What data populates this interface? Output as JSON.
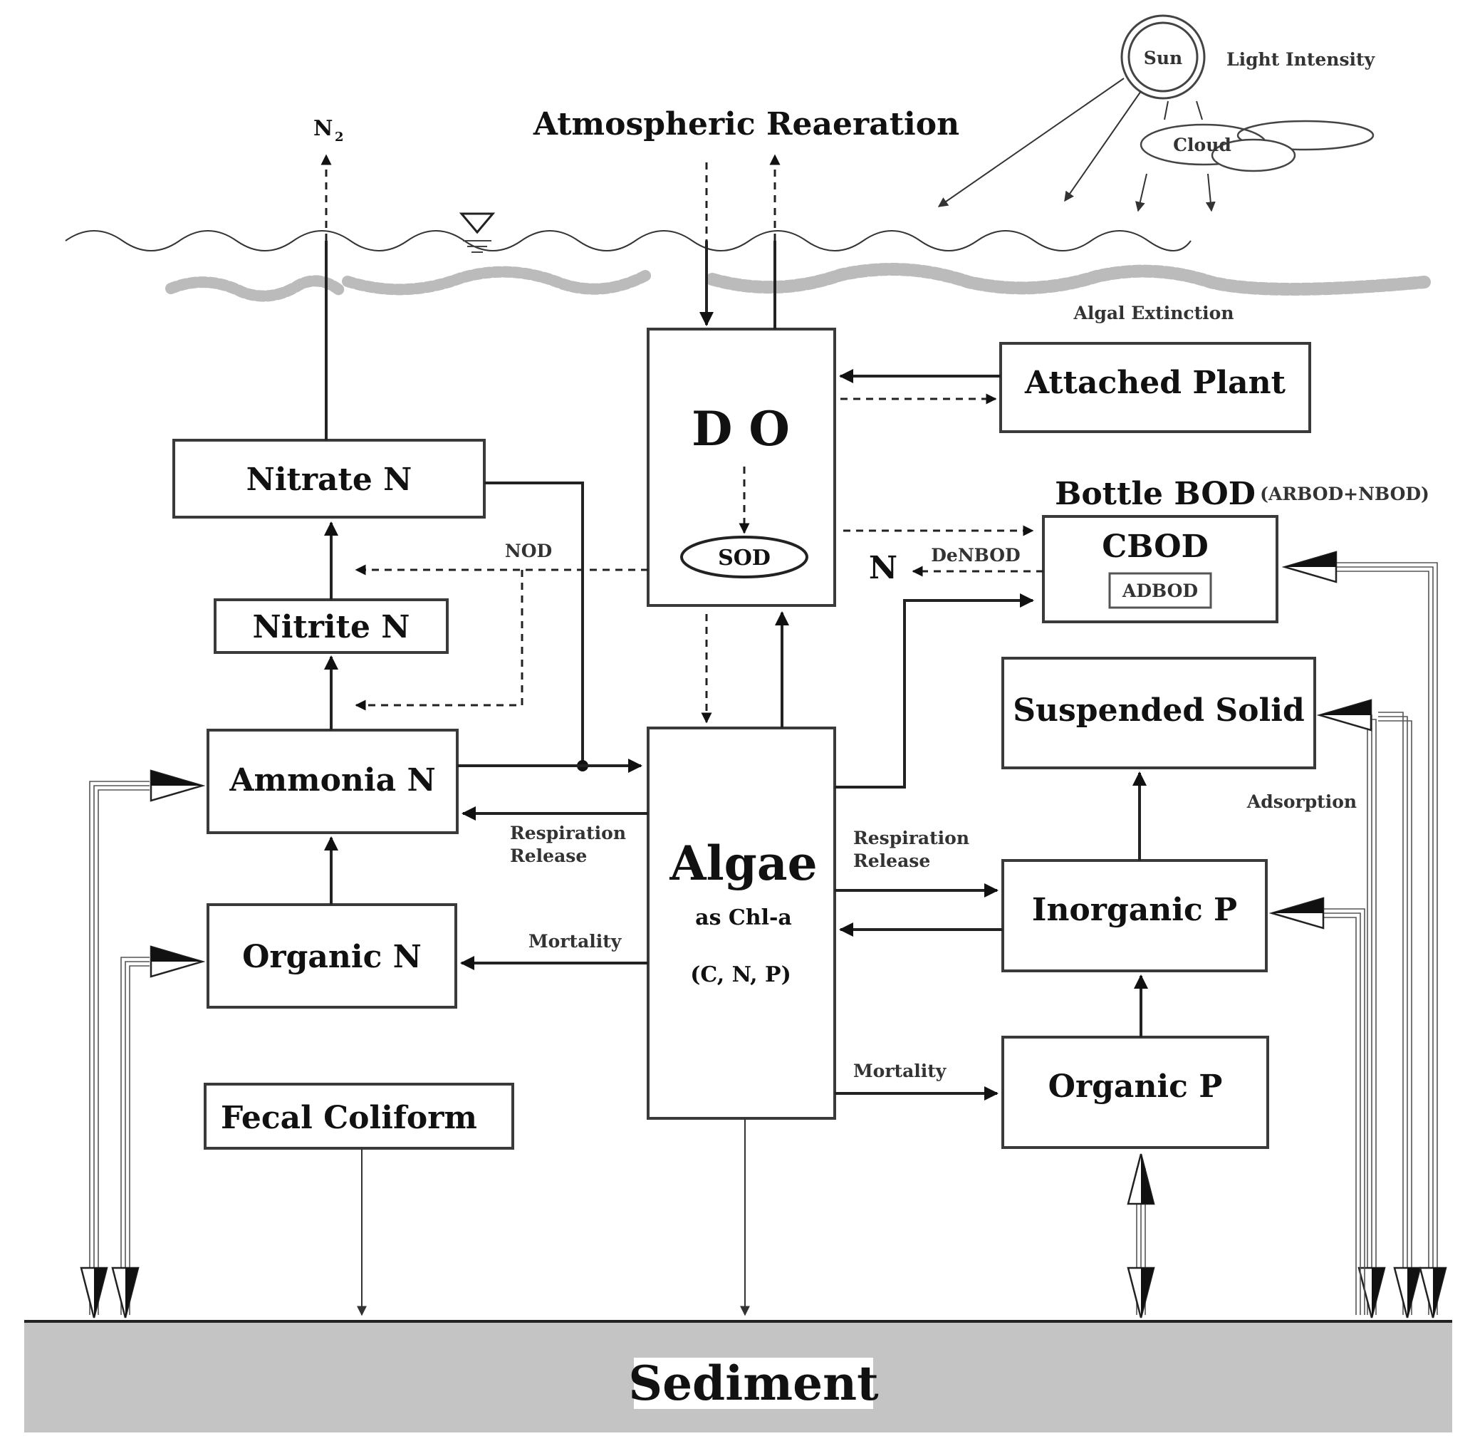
{
  "sky": {
    "sun_label": "Sun",
    "light_intensity_label": "Light Intensity",
    "cloud_label": "Cloud",
    "n2_label": "N",
    "n2_subscript": "2",
    "atmospheric_reaeration_label": "Atmospheric Reaeration",
    "algal_extinction_label": "Algal Extinction"
  },
  "boxes": {
    "nitrate": "Nitrate N",
    "nitrite": "Nitrite N",
    "ammonia": "Ammonia N",
    "organic_n": "Organic N",
    "fecal": "Fecal Coliform",
    "do": "D O",
    "sod": "SOD",
    "algae_line1": "Algae",
    "algae_line2": "as Chl-a",
    "algae_line3": "(C, N, P)",
    "attached_plant": "Attached Plant",
    "bottle_bod": "Bottle BOD",
    "bottle_bod_note": "(ARBOD+NBOD)",
    "cbod": "CBOD",
    "adbod": "ADBOD",
    "suspended_solid": "Suspended Solid",
    "inorganic_p": "Inorganic P",
    "organic_p": "Organic P",
    "sediment": "Sediment"
  },
  "flow_labels": {
    "nod": "NOD",
    "denbod": "DeNBOD",
    "n_out": "N",
    "respiration_left_1": "Respiration",
    "respiration_left_2": "Release",
    "respiration_right_1": "Respiration",
    "respiration_right_2": "Release",
    "mortality_left": "Mortality",
    "mortality_right": "Mortality",
    "adsorption": "Adsorption"
  },
  "colors": {
    "sediment_fill": "#c4c4c4",
    "line": "#222222",
    "box_stroke": "#3a3a3a"
  }
}
